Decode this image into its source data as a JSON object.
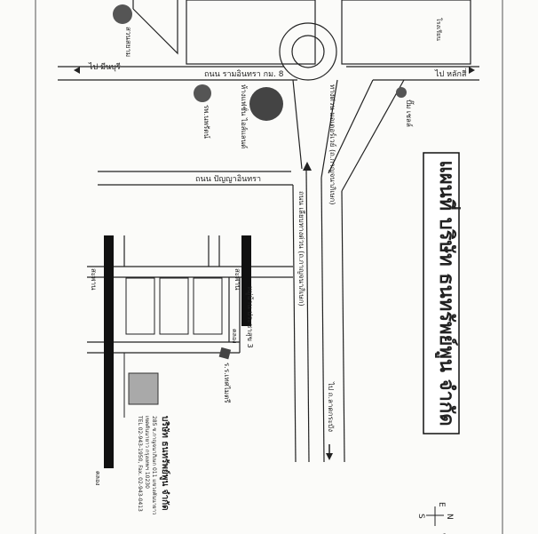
{
  "map": {
    "title": "แผนที่ บริษัท ธนทรัพย์พูน จำกัด",
    "roads": {
      "ramintra": "ถนน รามอินทรา กม. 8",
      "panyaintra": "ถนน ปัญญาอินทรา",
      "kanchanaphisek": "ทางด่วน มอเตอร์เวย์ (ถ.กาญจนาภิเษก)",
      "kanchanaphisek_frontage": "ถนน เลียบทางด่วน (ถ.กาญจนาภิเษก)"
    },
    "directions": {
      "to_minburi": "ไป มีนบุรี",
      "to_laksi": "ไป หลักสี่",
      "to_latkrabang": "ไป ถ.ลาดกระบัง"
    },
    "landmarks": {
      "fashion_island": "ห้างแฟชั่น ไอส์แลนด์",
      "hospital": "รพ.นพรัตน์",
      "siam_park": "สวนสยาม",
      "school": "โรงเรียน",
      "gas_station": "ปั๊ม เชลล์",
      "rukaew_school": "ร.ร.เทศไมตรี",
      "village": "หมู่บ้าน ประชาสุข 3"
    },
    "labels": {
      "bridge": "สะพาน",
      "canal": "คลอง"
    },
    "company": {
      "name": "บริษัท ธนทรัพย์พูน จำกัด",
      "address": "285 ซ.กาญจนาภิเษก 011 แขวงคันนายาว",
      "district": "เขตคันนายาว กรุงเทพฯ 10230",
      "phone": "TEL 02-943-1950, Fax. 02-943-0413"
    },
    "compass": {
      "n": "N",
      "s": "S",
      "e": "E",
      "w": "W"
    }
  },
  "colors": {
    "ink": "#1a1a1a",
    "road": "#ffffff",
    "building": "#b0b0b0",
    "circle": "#444444"
  }
}
